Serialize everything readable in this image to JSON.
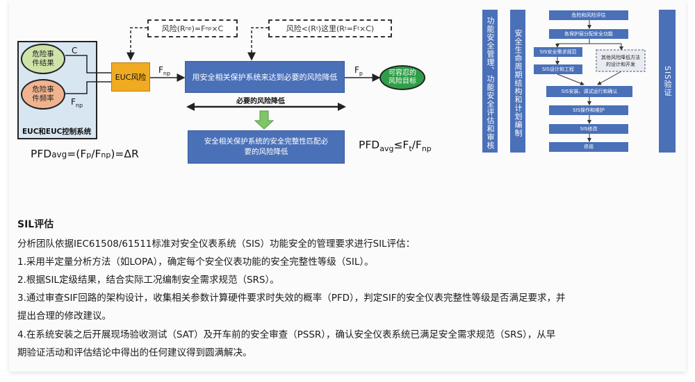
{
  "left_diagram": {
    "cause_box_1": "危险事件结果",
    "cause_box_2": "危险事件频率",
    "system_label": "EUC和EUC控制系统",
    "label_c": "C",
    "label_fnp_left": "F",
    "label_fnp_left_sub": "np",
    "euc_risk": "EUC风险",
    "label_fnp_mid": "F",
    "label_fnp_mid_sub": "np",
    "reduce_box": "用安全相关保护系统来达到必要的风险降低",
    "label_fp": "F",
    "label_fp_sub": "p",
    "tolerable": "可容忍的风险目标",
    "risk_top_left_pre": "风险(R",
    "risk_top_left_sub1": "np",
    "risk_top_left_mid": ")=F",
    "risk_top_left_sub2": "np",
    "risk_top_left_post": "×C",
    "risk_top_right_pre": "风险<(R",
    "risk_top_right_sub1": "t",
    "risk_top_right_mid": ")这里(R",
    "risk_top_right_sub2": "t",
    "risk_top_right_mid2": "=F",
    "risk_top_right_sub3": "t",
    "risk_top_right_post": "×C)",
    "necessary_reduction": "必要的风险降低",
    "integrity_box": "安全相关保护系统的安全完整性匹配必要的风险降低",
    "formula_left_pre": "PFD",
    "formula_left_sub": "avg",
    "formula_left_mid": "=(F",
    "formula_left_sub2": "p",
    "formula_left_mid2": "/F",
    "formula_left_sub3": "np",
    "formula_left_post": ")=ΔR",
    "formula_right_pre": "PFD",
    "formula_right_sub": "avg",
    "formula_right_mid": "≤F",
    "formula_right_sub2": "t",
    "formula_right_mid2": "/F",
    "formula_right_sub3": "np"
  },
  "right_diagram": {
    "col1": "功能安全管理、功能安全评估和审核",
    "col2": "安全生命周期结构和计划编制",
    "col3": "SIS验证",
    "steps": [
      "危险和风险评估",
      "各保护层分配安全功能",
      "SIS安全需求规范",
      "SIS设计和工程",
      "SIS安装、调试运行和确认",
      "SIS操作和维护",
      "SIS修改",
      "停用"
    ],
    "side_box": "其他风险降低方法的设计和开发"
  },
  "text": {
    "heading": "SIL评估",
    "intro": "分析团队依据IEC61508/61511标准对安全仪表系统（SIS）功能安全的管理要求进行SIL评估：",
    "item1": "1.采用半定量分析方法（如LOPA），确定每个安全仪表功能的安全完整性等级（SIL）。",
    "item2": "2.根据SIL定级结果，结合实际工况编制安全需求规范（SRS）。",
    "item3a": "3.通过审查SIF回路的架构设计，收集相关参数计算硬件要求时失效的概率（PFD），判定SIF的安全仪表完整性等级是否满足要求，并",
    "item3b": "提出合理的修改建议。",
    "item4a": "4.在系统安装之后开展现场验收测试（SAT）及开车前的安全审查（PSSR），确认安全仪表系统已满足安全需求规范（SRS），从早",
    "item4b": "期验证活动和评估结论中得出的任何建议得到圆满解决。"
  },
  "colors": {
    "blue": "#4a70b8",
    "orange": "#f0ab22",
    "peach": "#f1b38f",
    "green": "#2f9e48",
    "light_blue": "#d8e6f2"
  }
}
